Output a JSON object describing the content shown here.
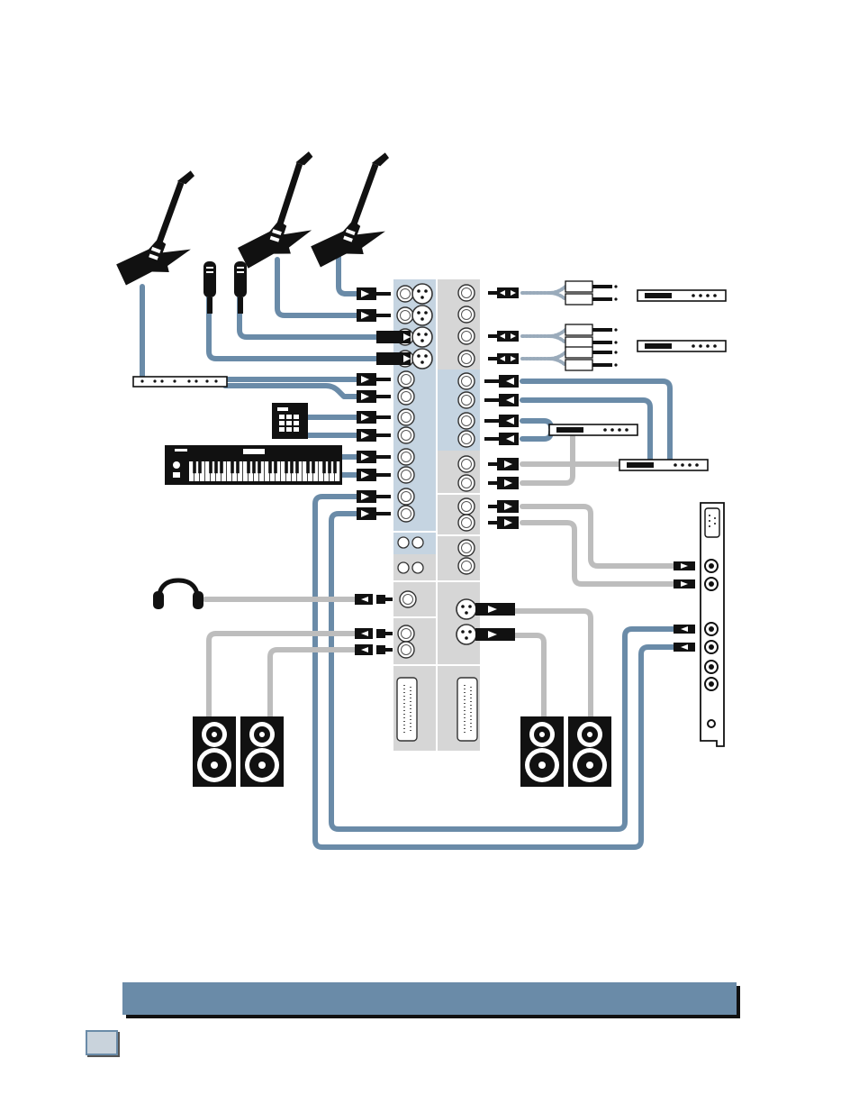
{
  "diagram": {
    "caption": "",
    "page_number": "",
    "colors": {
      "cable_blue": "#6a8ba8",
      "cable_grey": "#bdbdbd",
      "panel_blue": "#c5d4e1",
      "panel_grey": "#d6d6d6",
      "device_black": "#111111"
    },
    "devices": [
      {
        "id": "guitar-1",
        "icon": "electric-guitar-icon"
      },
      {
        "id": "guitar-2",
        "icon": "electric-guitar-icon"
      },
      {
        "id": "guitar-3",
        "icon": "electric-guitar-icon"
      },
      {
        "id": "microphone-1",
        "icon": "microphone-icon"
      },
      {
        "id": "microphone-2",
        "icon": "microphone-icon"
      },
      {
        "id": "rack-preamp",
        "icon": "rack-unit-icon"
      },
      {
        "id": "drum-machine",
        "icon": "drum-machine-icon"
      },
      {
        "id": "keyboard",
        "icon": "keyboard-synth-icon"
      },
      {
        "id": "headphones",
        "icon": "headphones-icon"
      },
      {
        "id": "studio-monitors-left",
        "icon": "speaker-pair-icon"
      },
      {
        "id": "studio-monitors-right",
        "icon": "speaker-pair-icon"
      },
      {
        "id": "effects-unit-1",
        "icon": "rack-unit-icon"
      },
      {
        "id": "effects-unit-2",
        "icon": "rack-unit-icon"
      },
      {
        "id": "effects-unit-3",
        "icon": "rack-unit-icon"
      },
      {
        "id": "effects-unit-4",
        "icon": "rack-unit-icon"
      },
      {
        "id": "sound-card",
        "icon": "pci-card-icon"
      },
      {
        "id": "mixer-panel",
        "icon": "mixer-rear-panel-icon"
      }
    ]
  }
}
